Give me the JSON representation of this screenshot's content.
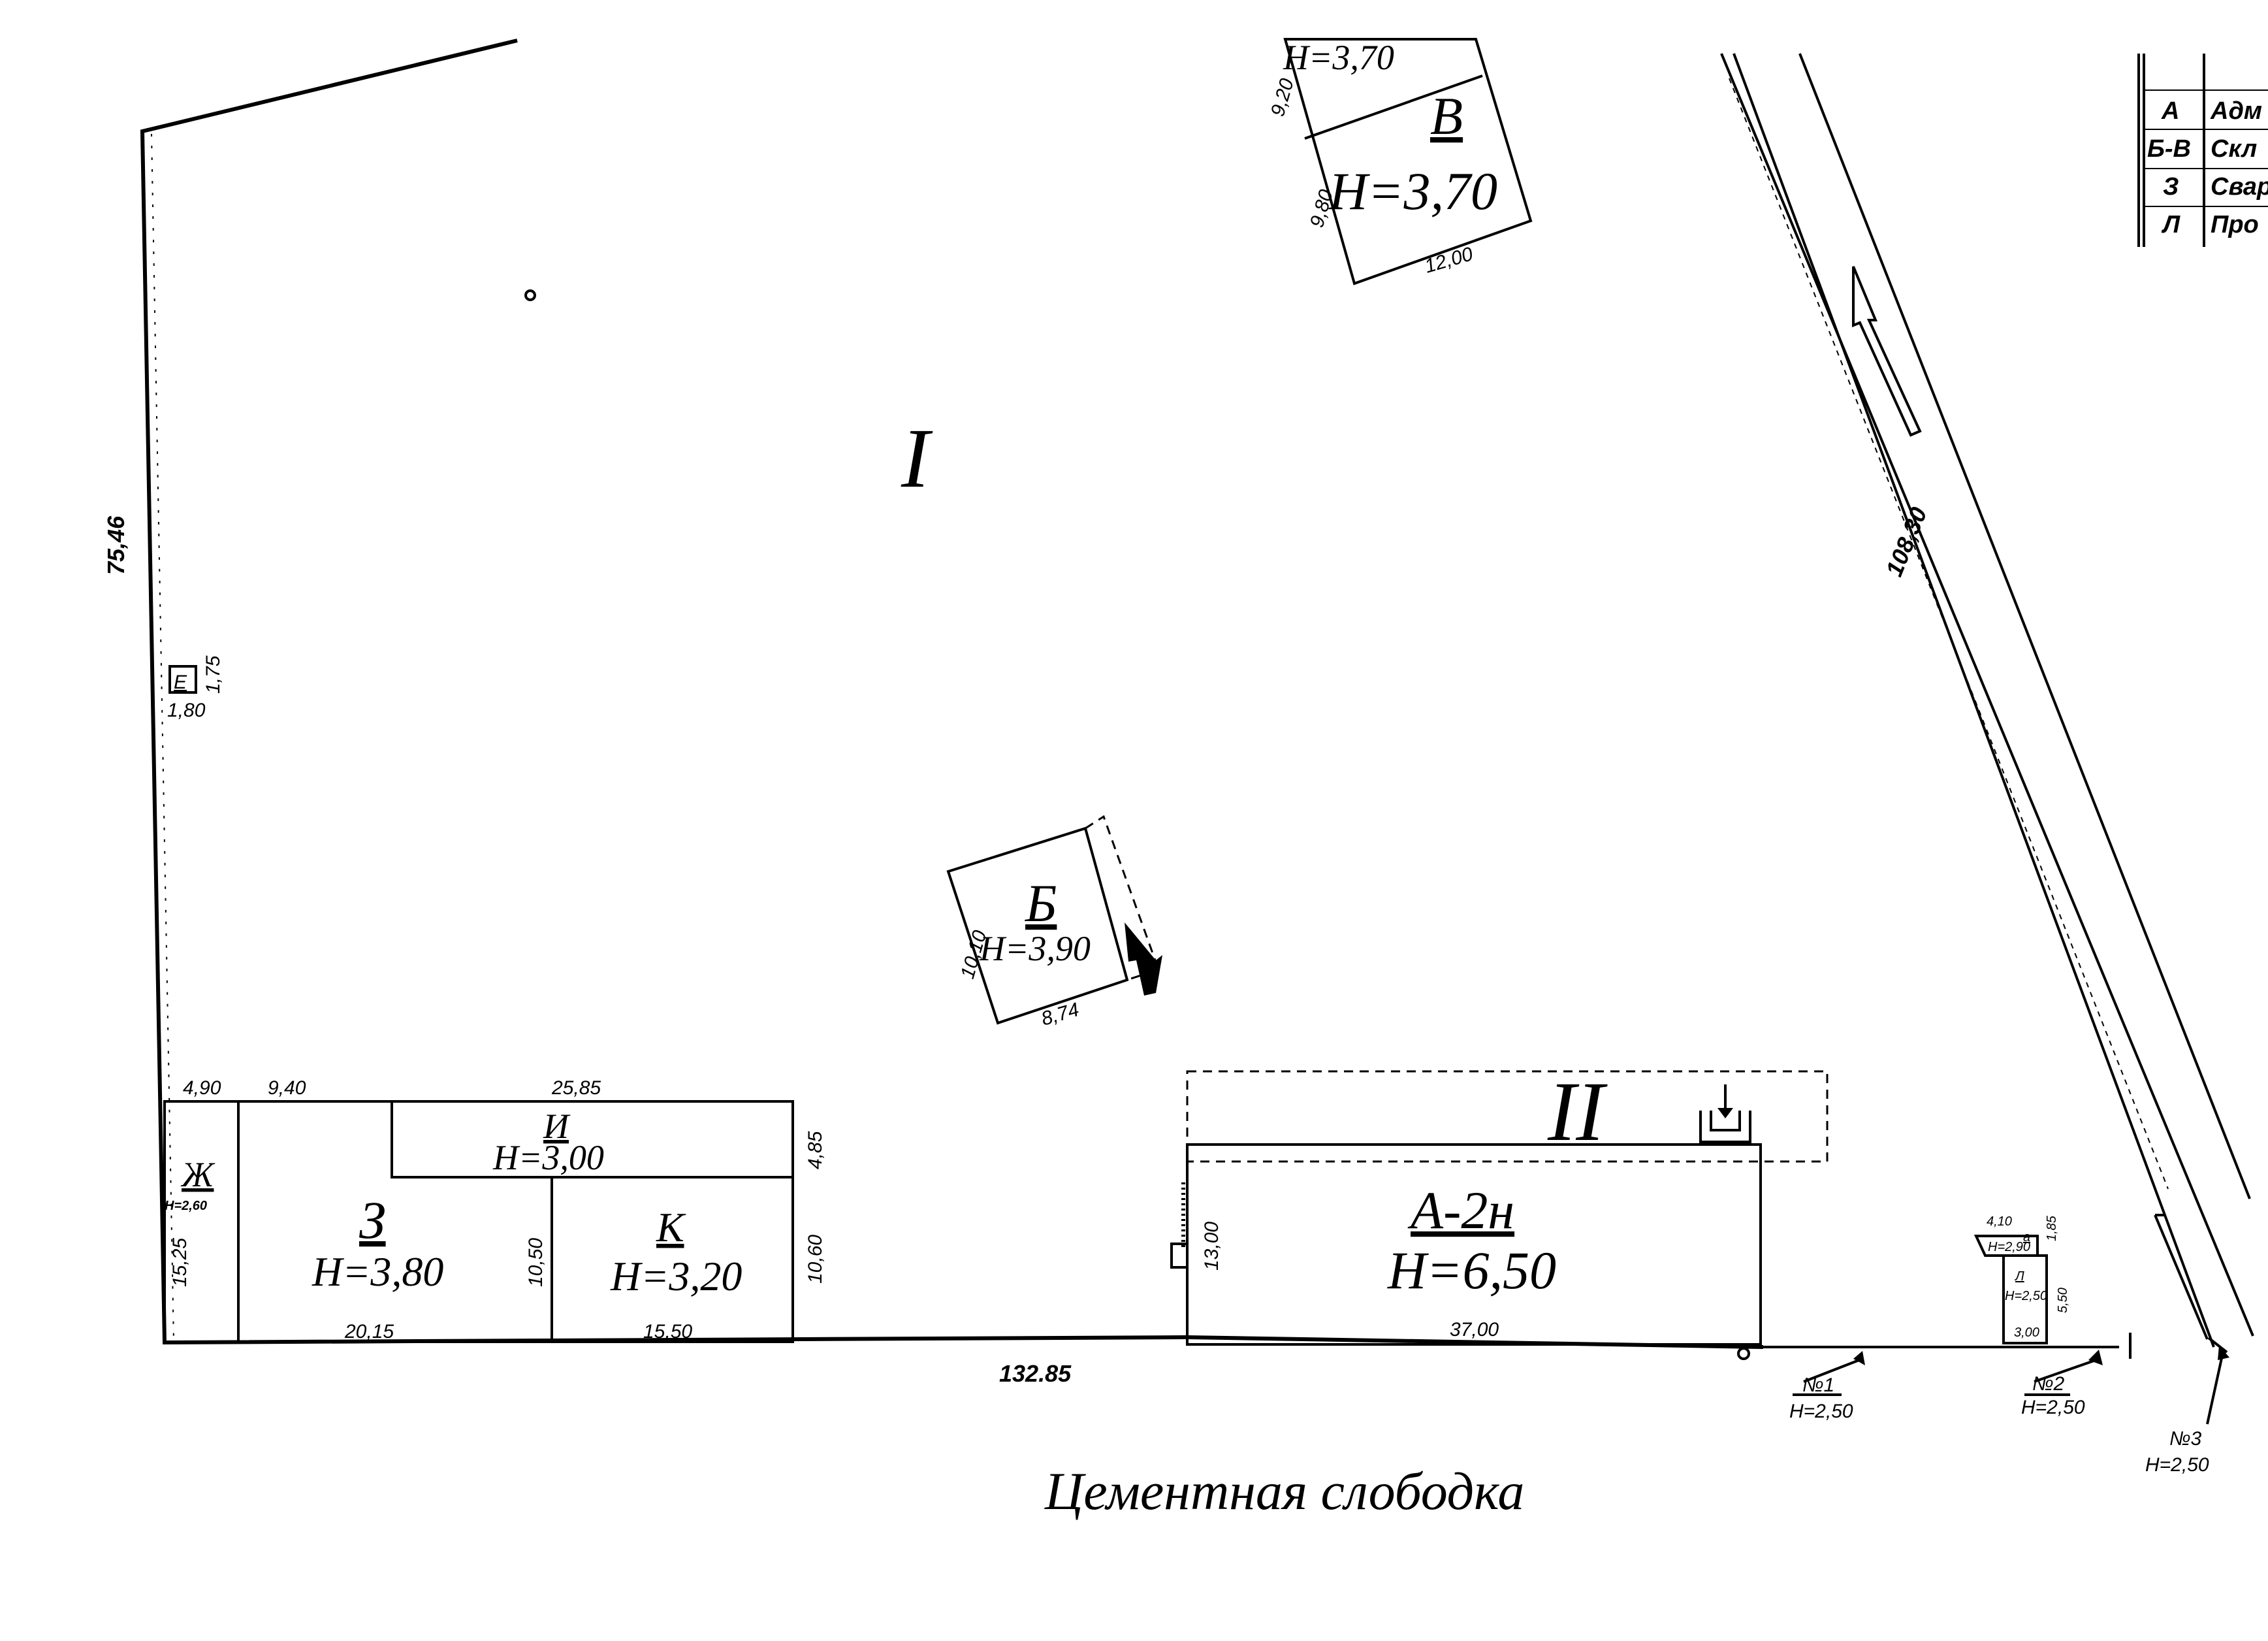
{
  "plot_labels": {
    "plot_1": "I",
    "plot_2": "II"
  },
  "boundary": {
    "west_length": "75,46",
    "south_length": "132.85",
    "road_length": "108,30"
  },
  "street_name": "Цементная слободка",
  "buildings": {
    "A": {
      "name": "А-2н",
      "height": "Н=6,50",
      "width": "37,00",
      "depth": "13,00"
    },
    "B": {
      "name": "Б",
      "height": "Н=3,90",
      "width": "8,74",
      "depth": "10,10"
    },
    "V": {
      "name": "В",
      "height": "Н=3,70",
      "height_top": "Н=3,70",
      "width": "12,00",
      "depth_1": "9,20",
      "depth_2": "9,80"
    },
    "E": {
      "name": "Е",
      "w": "1,80",
      "d": "1,75"
    },
    "Zh": {
      "name": "Ж",
      "height": "Н=2,60",
      "w": "4,90",
      "d": "15,25"
    },
    "Z": {
      "name": "З",
      "height": "Н=3,80",
      "w": "20,15",
      "d": "10,50",
      "top_dim": "9,40"
    },
    "I": {
      "name": "И",
      "height": "Н=3,00",
      "w": "25,85",
      "d": "4,85"
    },
    "K": {
      "name": "К",
      "height": "Н=3,20",
      "w": "15,50",
      "d": "10,60"
    },
    "L": {
      "name": "Л",
      "height": "Н=2,50",
      "w": "3,00",
      "d": "5,50"
    },
    "small": {
      "name": "а",
      "height": "Н=2,90",
      "w": "4,10",
      "d": "1,85"
    }
  },
  "gates": [
    {
      "num": "№1",
      "height": "Н=2,50"
    },
    {
      "num": "№2",
      "height": "Н=2,50"
    },
    {
      "num": "№3",
      "height": "Н=2,50"
    }
  ],
  "legend": {
    "rows": [
      {
        "code": "А",
        "desc": "Адм"
      },
      {
        "code": "Б-В",
        "desc": "Скл"
      },
      {
        "code": "З",
        "desc": "Свар"
      },
      {
        "code": "Л",
        "desc": "Про"
      }
    ]
  }
}
